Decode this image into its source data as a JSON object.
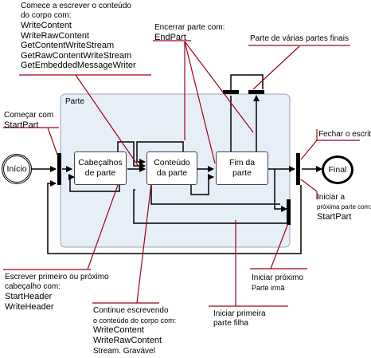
{
  "part_container_label": "Parte",
  "nodes": {
    "start": "Início",
    "end": "Final",
    "headers": [
      "Cabeçalhos",
      "de parte"
    ],
    "content": [
      "Conteúdo",
      "da parte"
    ],
    "part_end": [
      "Fim da",
      "parte"
    ]
  },
  "callouts": {
    "body_content": {
      "text": "Comece a escrever o conteúdo do corpo com:",
      "lines": [
        "Comece a escrever o conteúdo",
        "do corpo com:"
      ],
      "methods": [
        "WriteContent",
        "WriteRawContent",
        "GetContentWriteStream",
        "GetRawContentWriteStream",
        "GetEmbeddedMessageWriter"
      ]
    },
    "end_part": {
      "lines": [
        "Encerrar parte com:"
      ],
      "method": "EndPart"
    },
    "multipart_end": "Parte de várias partes finais",
    "start_part": {
      "text": "Começar com",
      "method": "StartPart"
    },
    "close_writer": "Fechar o escritor",
    "next_part": {
      "lines": [
        "Iniciar a",
        "próxima parte com:"
      ],
      "method": "StartPart"
    },
    "write_header": {
      "lines": [
        "Escrever primeiro ou próximo",
        "cabeçalho com:"
      ],
      "methods": [
        "StartHeader",
        "WriteHeader"
      ]
    },
    "continue_body": {
      "lines": [
        "Continue escrevendo",
        "o conteúdo do corpo com:"
      ],
      "methods": [
        "WriteContent",
        "WriteRawContent"
      ],
      "extra": "Stream. Gravável"
    },
    "sibling_part": {
      "lines": [
        "Iniciar próximo",
        "Parte irmã"
      ]
    },
    "first_child": {
      "lines": [
        "Iniciar primeira",
        "parte filha"
      ]
    }
  },
  "colors": {
    "callout_line": "#a10018",
    "container_fill": "#e6eef8",
    "container_border": "#9aa3b0",
    "flow": "#000000"
  }
}
